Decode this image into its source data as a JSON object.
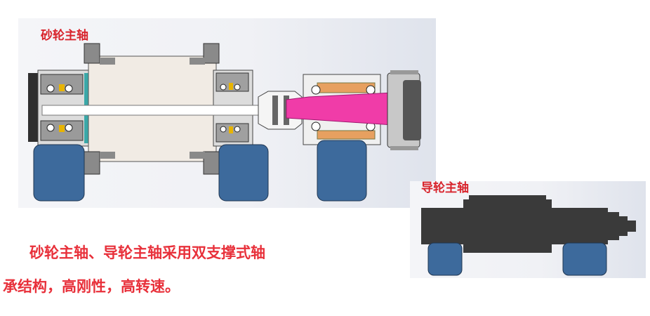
{
  "labels": {
    "grinding_spindle": "砂轮主轴",
    "guide_spindle": "导轮主轴"
  },
  "caption": {
    "line1": "砂轮主轴、导轮主轴采用双支撑式轴",
    "line2": "承结构，高刚性，高转速。"
  },
  "colors": {
    "text_red": "#e8303a",
    "bearing_blue": "#3d6a9c",
    "shaft_magenta": "#f03ca8",
    "housing_beige": "#f1ebe4",
    "guide_body": "#3a3a3a"
  }
}
